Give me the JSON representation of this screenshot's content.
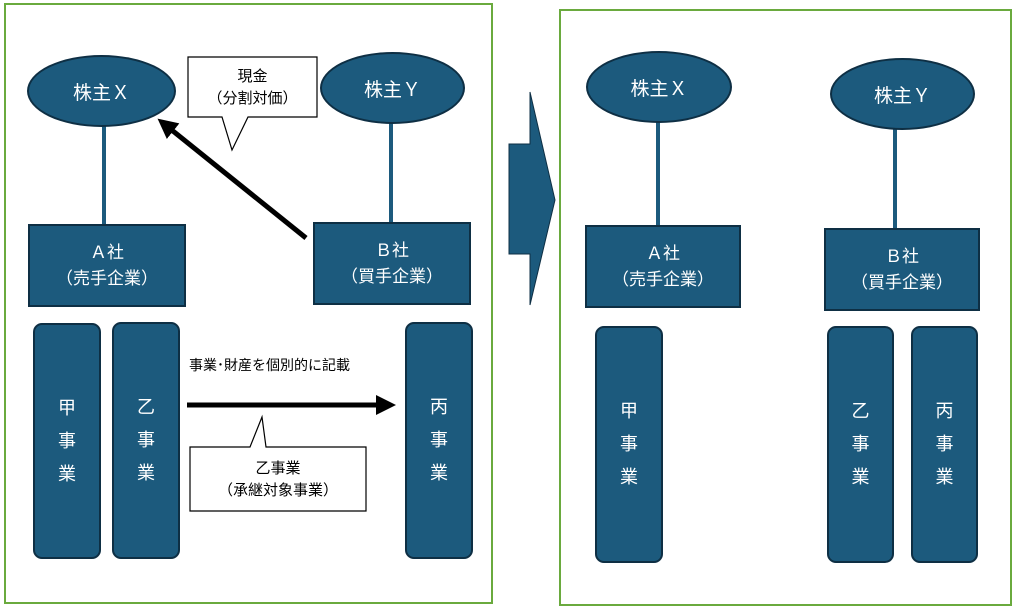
{
  "before": {
    "shareholder_x": "株主Ｘ",
    "shareholder_y": "株主Ｙ",
    "company_a": {
      "name": "Ａ社",
      "role": "（売手企業）"
    },
    "company_b": {
      "name": "Ｂ社",
      "role": "（買手企業）"
    },
    "business_ko": [
      "甲",
      "事",
      "業"
    ],
    "business_otsu": [
      "乙",
      "事",
      "業"
    ],
    "business_hei": [
      "丙",
      "事",
      "業"
    ],
    "callout_cash": {
      "line1": "現金",
      "line2": "（分割対価）"
    },
    "transfer_label": "事業･財産を個別的に記載",
    "callout_target": {
      "line1": "乙事業",
      "line2": "（承継対象事業）"
    }
  },
  "after": {
    "shareholder_x": "株主Ｘ",
    "shareholder_y": "株主Ｙ",
    "company_a": {
      "name": "Ａ社",
      "role": "（売手企業）"
    },
    "company_b": {
      "name": "Ｂ社",
      "role": "（買手企業）"
    },
    "business_ko": [
      "甲",
      "事",
      "業"
    ],
    "business_otsu": [
      "乙",
      "事",
      "業"
    ],
    "business_hei": [
      "丙",
      "事",
      "業"
    ]
  },
  "colors": {
    "shape_fill": "#1c5a7d",
    "shape_border": "#0e2f44",
    "panel_border": "#6aaa3e",
    "arrow": "#000000"
  }
}
